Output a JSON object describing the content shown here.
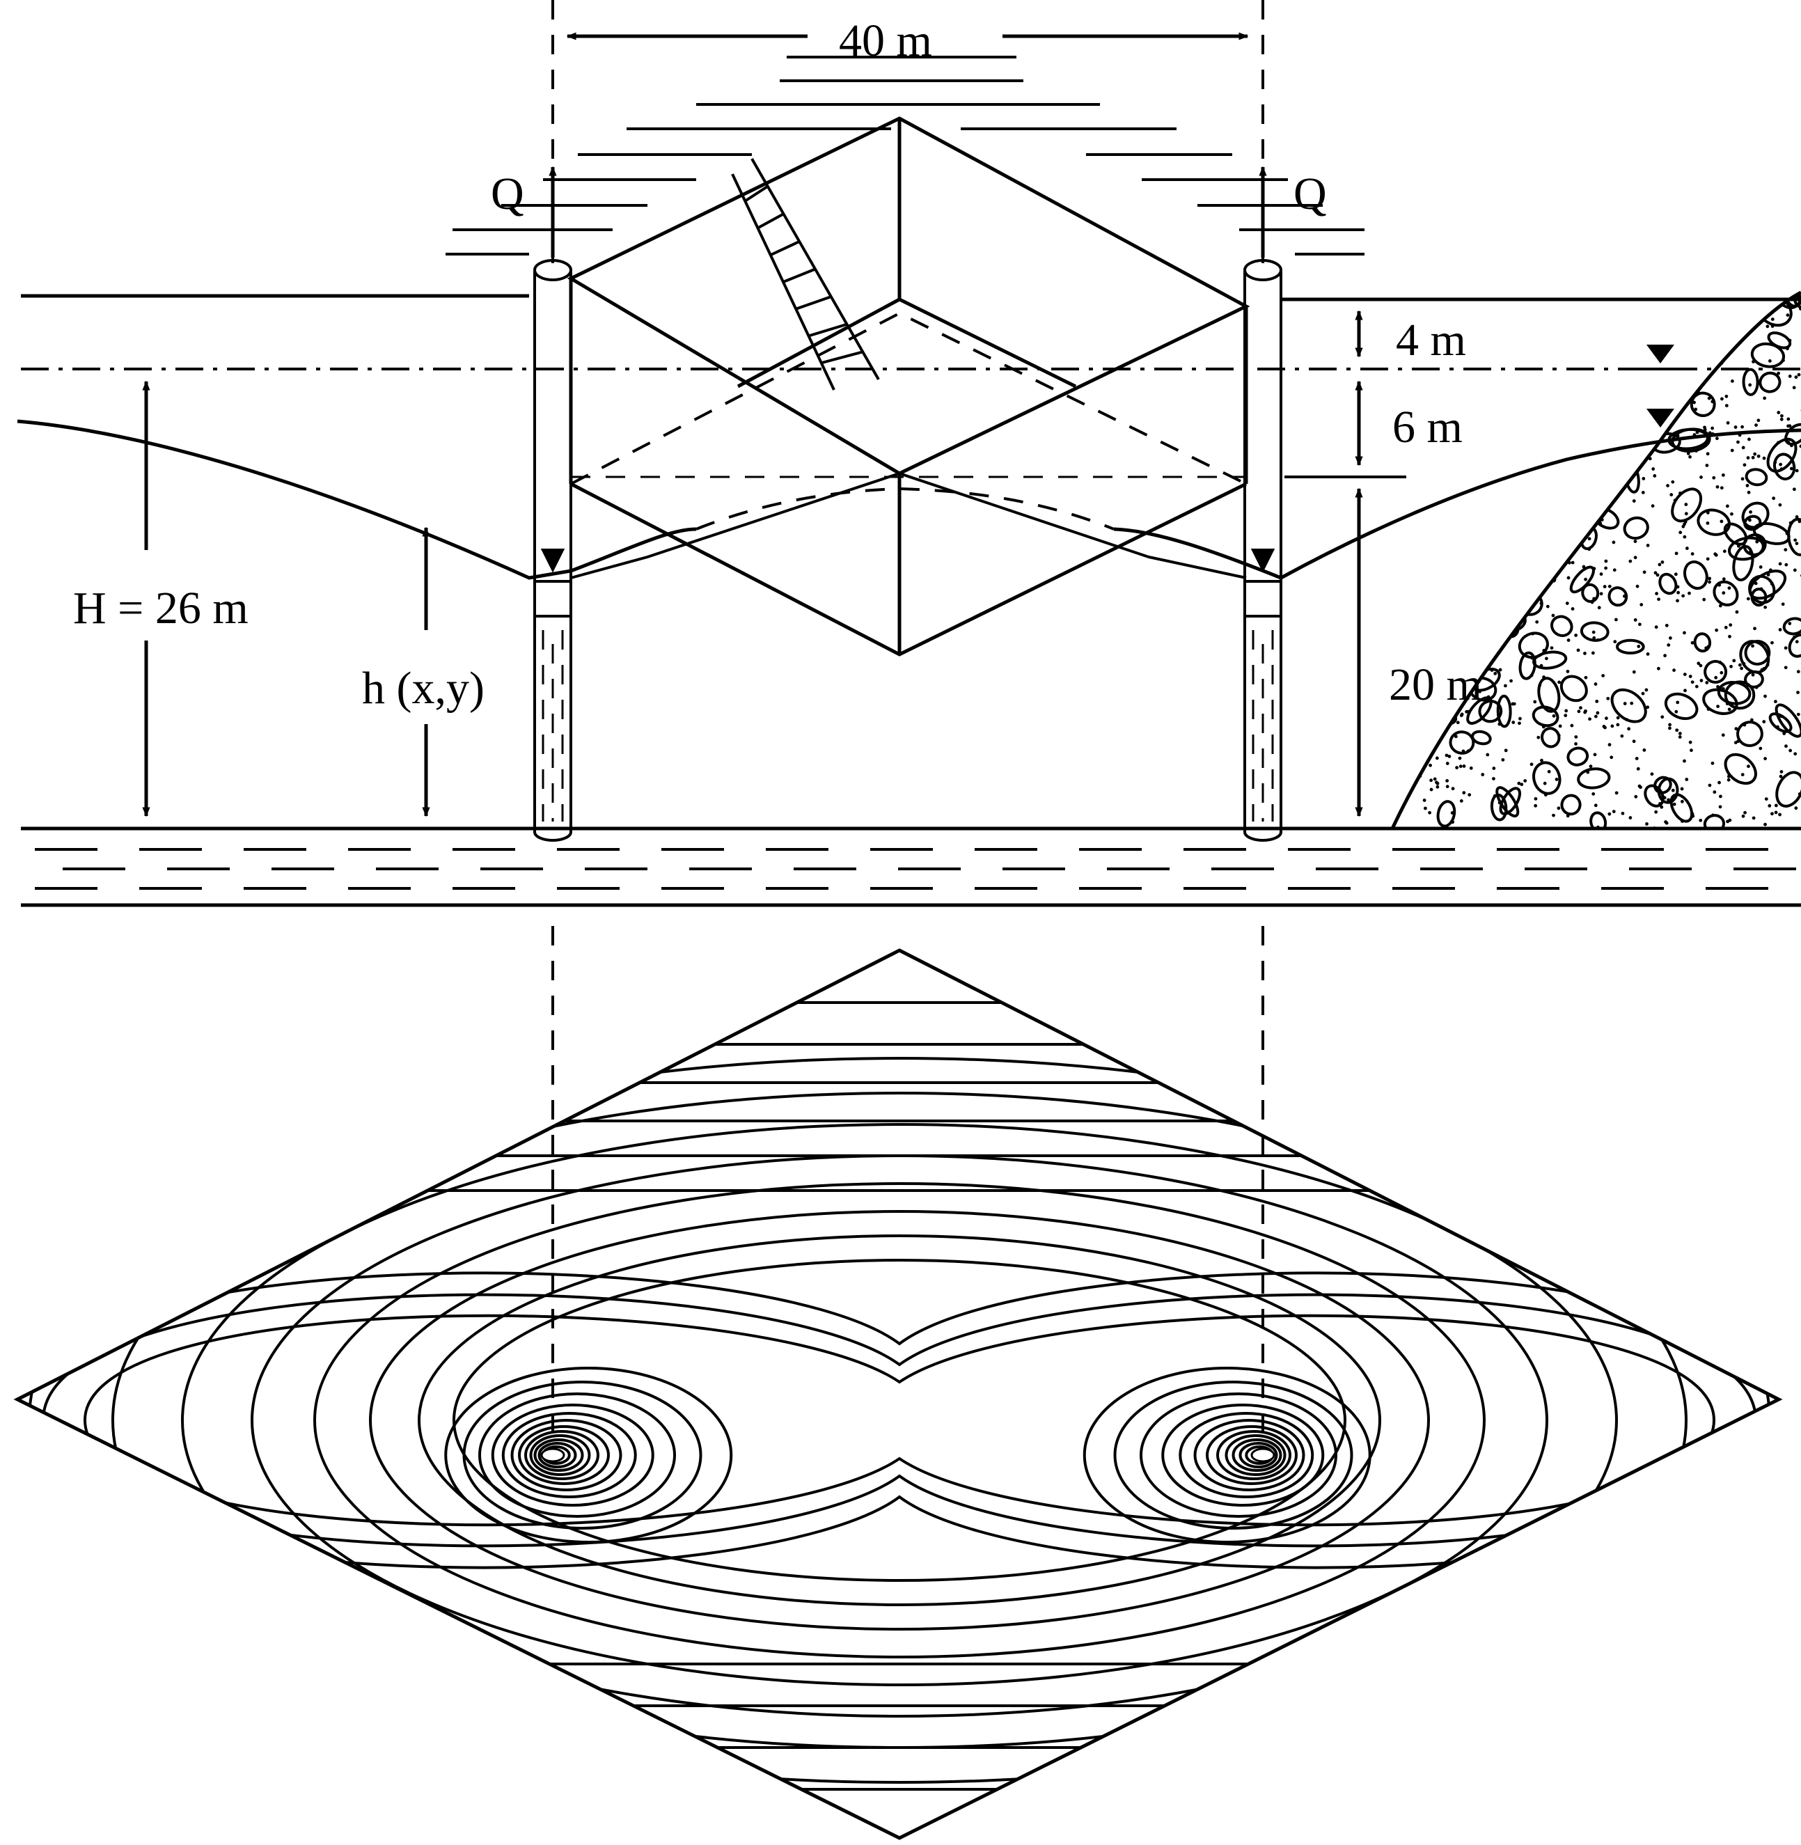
{
  "labels": {
    "width": "40 m",
    "q_left": "Q",
    "q_right": "Q",
    "depth_top": "4 m",
    "depth_mid": "6 m",
    "depth_bottom": "20 m",
    "aquifer_head": "H = 26 m",
    "local_head": "h (x,y)"
  },
  "colors": {
    "ink": "#000000",
    "paper": "#ffffff"
  }
}
